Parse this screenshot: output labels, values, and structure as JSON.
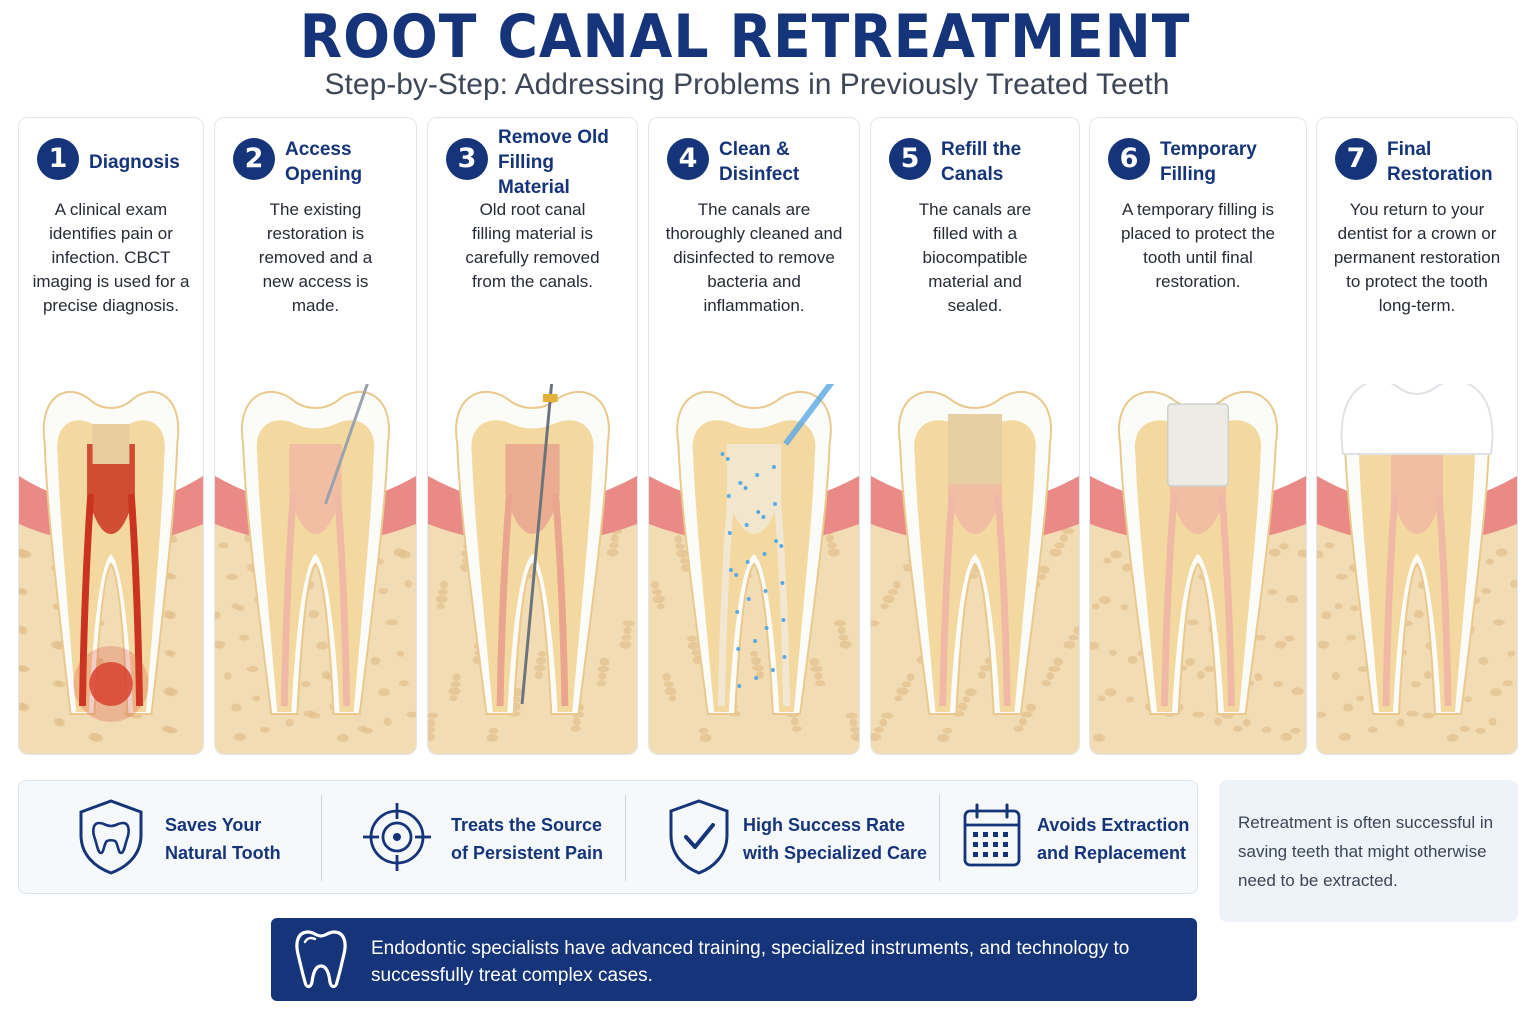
{
  "header": {
    "title": "ROOT CANAL RETREATMENT",
    "subtitle": "Step-by-Step:  Addressing Problems in Previously Treated Teeth"
  },
  "steps": [
    {
      "number": "1",
      "title": "Diagnosis",
      "description": "A clinical exam identifies pain or infection. CBCT imaging is used for a precise diagnosis.",
      "illustration": "infected-tooth-icon"
    },
    {
      "number": "2",
      "title": "Access Opening",
      "description": "The existing restoration is removed and a new access is made.",
      "illustration": "drill-access-icon"
    },
    {
      "number": "3",
      "title": "Remove Old Filling Material",
      "description": "Old root canal filling material is carefully removed from the canals.",
      "illustration": "endodontic-file-icon"
    },
    {
      "number": "4",
      "title": "Clean & Disinfect",
      "description": "The canals are thoroughly cleaned and disinfected to remove bacteria and inflammation.",
      "illustration": "irrigation-icon"
    },
    {
      "number": "5",
      "title": "Refill the Canals",
      "description": "The canals are filled with a biocompatible material and sealed.",
      "illustration": "filled-canals-icon"
    },
    {
      "number": "6",
      "title": "Temporary Filling",
      "description": "A temporary filling is placed to protect the tooth until final restoration.",
      "illustration": "temporary-filling-icon"
    },
    {
      "number": "7",
      "title": "Final Restoration",
      "description": "You return to your dentist for a crown or permanent restoration to protect the tooth long-term.",
      "illustration": "crown-icon"
    }
  ],
  "benefits": [
    {
      "label_line1": "Saves Your",
      "label_line2": "Natural Tooth",
      "icon": "shield-tooth-icon"
    },
    {
      "label_line1": "Treats the Source",
      "label_line2": "of Persistent Pain",
      "icon": "target-icon"
    },
    {
      "label_line1": "High Success Rate",
      "label_line2": "with Specialized Care",
      "icon": "shield-check-icon"
    },
    {
      "label_line1": "Avoids Extraction",
      "label_line2": "and Replacement",
      "icon": "calendar-icon"
    }
  ],
  "note": "Retreatment is often successful in saving teeth that might otherwise need to be extracted.",
  "banner": {
    "text": "Endodontic specialists have advanced training, specialized instruments, and technology to successfully treat complex cases.",
    "icon": "tooth-outline-icon"
  },
  "colors": {
    "brand_navy": "#15347a",
    "gum_pink": "#e98a86",
    "bone_tan": "#f2dcb4",
    "dentin": "#f3d9a0",
    "enamel": "#fbfbf8",
    "infection_red": "#d9412e",
    "irrigation_blue": "#5aa9e6"
  }
}
